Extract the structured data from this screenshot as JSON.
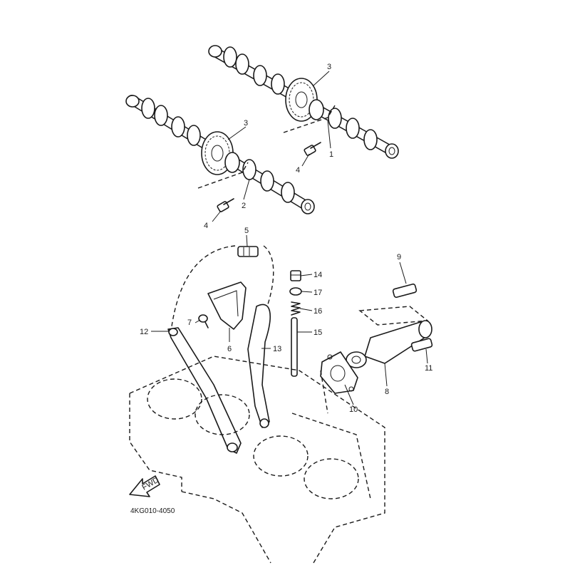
{
  "diagram_code": "4KG010-4050",
  "fwd_label": "FWD",
  "callouts": {
    "c1": "1",
    "c2": "2",
    "c3a": "3",
    "c3b": "3",
    "c4a": "4",
    "c4b": "4",
    "c5": "5",
    "c6": "6",
    "c7": "7",
    "c8": "8",
    "c9": "9",
    "c10": "10",
    "c11": "11",
    "c12": "12",
    "c13": "13",
    "c14": "14",
    "c15": "15",
    "c16": "16",
    "c17": "17"
  }
}
